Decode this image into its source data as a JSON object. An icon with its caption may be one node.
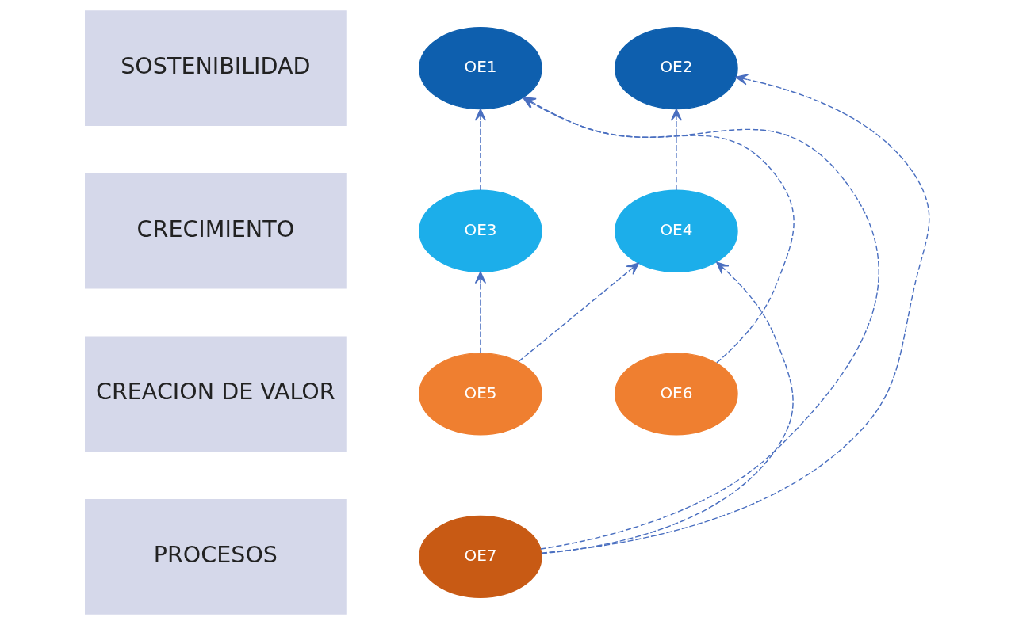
{
  "diagram": {
    "nodes": [
      {
        "text": [
          "SOSTENIBILIDAD"
        ]
      },
      {
        "text": [
          "OE1"
        ]
      },
      {
        "text": [
          "OE2"
        ]
      },
      {
        "text": [
          "CRECIMIENTO"
        ]
      },
      {
        "text": [
          "OE3"
        ]
      },
      {
        "text": [
          "OE4"
        ]
      },
      {
        "text": [
          "CREACION DE VALOR"
        ]
      },
      {
        "text": [
          "OE5"
        ]
      },
      {
        "text": [
          "OE6"
        ]
      },
      {
        "text": [
          "PROCESOS"
        ]
      },
      {
        "text": [
          "OE7"
        ]
      }
    ],
    "edges": [
      {
        "from": 4,
        "to": 1,
        "arrow": "to",
        "style": "dashed"
      },
      {
        "from": 5,
        "to": 2,
        "arrow": "to",
        "style": "dashed"
      },
      {
        "from": 7,
        "to": 4,
        "arrow": "to",
        "style": "dashed"
      },
      {
        "from": 7,
        "to": 5,
        "arrow": "to",
        "style": "dashed"
      },
      {
        "from": 8,
        "to": 1,
        "arrow": "to",
        "style": "dashed"
      },
      {
        "from": 10,
        "to": 1,
        "arrow": "to",
        "style": "dashed"
      },
      {
        "from": 10,
        "to": 2,
        "arrow": "to",
        "style": "dashed"
      },
      {
        "from": 10,
        "to": 5,
        "arrow": "to",
        "style": "dashed"
      }
    ]
  }
}
